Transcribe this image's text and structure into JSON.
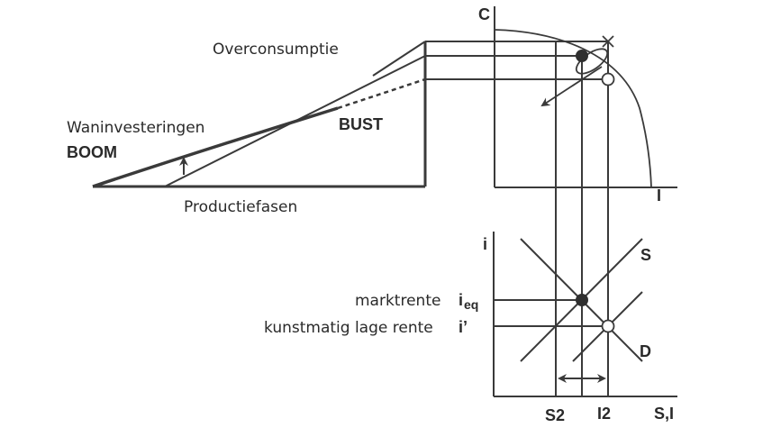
{
  "left_panel": {
    "overconsumption_label": "Overconsumptie",
    "malinvestment_label": "Waninvesteringen",
    "boom_label": "BOOM",
    "bust_label": "BUST",
    "production_stages_label": "Productiefasen"
  },
  "ppf_panel": {
    "y_axis_label": "C",
    "x_axis_label": "I"
  },
  "loanable_funds_panel": {
    "y_axis_label": "i",
    "supply_label": "S",
    "demand_label": "D",
    "x_axis_label": "S,I",
    "savings_tick_label": "S2",
    "investment_tick_label": "I2",
    "market_rate_label": "marktrente",
    "market_rate_symbol": "i",
    "market_rate_subscript": "eq",
    "low_rate_label": "kunstmatig lage rente",
    "low_rate_symbol": "i’"
  },
  "colors": {
    "line": "#3a3a3a",
    "text": "#2a2a2a"
  }
}
